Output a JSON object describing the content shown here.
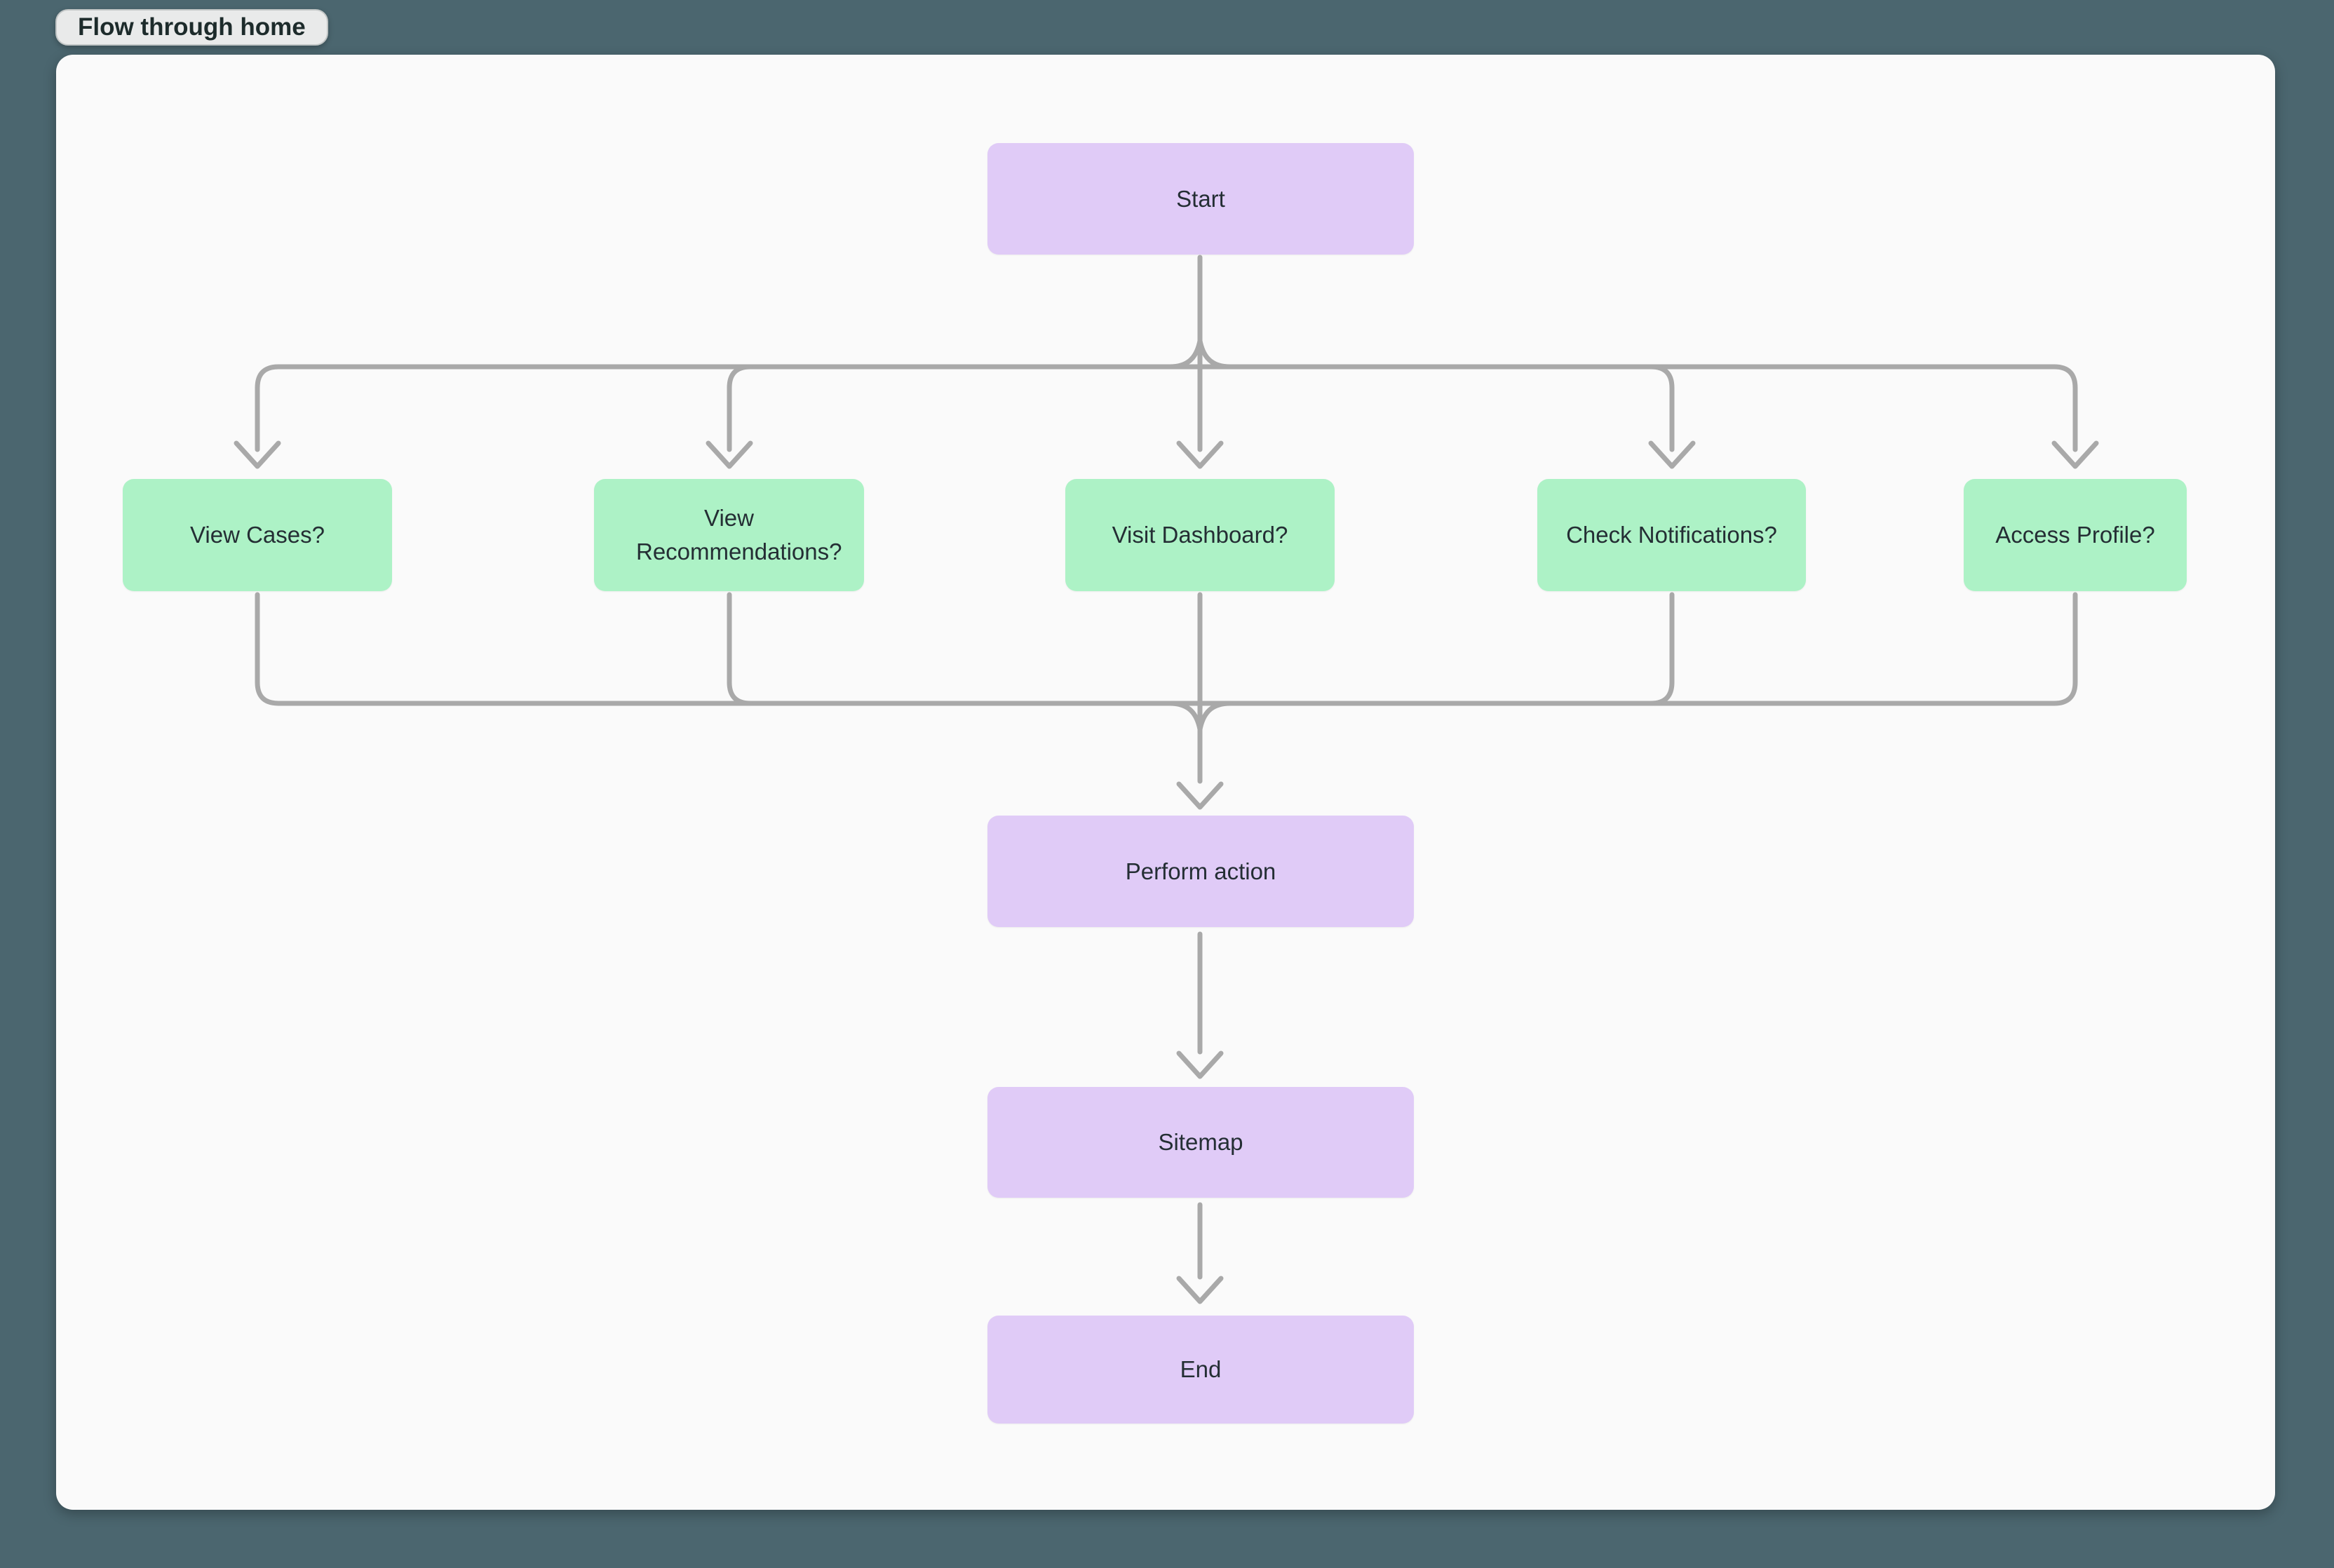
{
  "header": {
    "title": "Flow through home"
  },
  "diagram": {
    "nodes": {
      "start": {
        "label": "Start",
        "type": "action"
      },
      "view_cases": {
        "label": "View Cases?",
        "type": "decision"
      },
      "view_recommendations": {
        "label": "View Recommendations?",
        "type": "decision"
      },
      "visit_dashboard": {
        "label": "Visit Dashboard?",
        "type": "decision"
      },
      "check_notifications": {
        "label": "Check Notifications?",
        "type": "decision"
      },
      "access_profile": {
        "label": "Access Profile?",
        "type": "decision"
      },
      "perform_action": {
        "label": "Perform action",
        "type": "action"
      },
      "sitemap": {
        "label": "Sitemap",
        "type": "action"
      },
      "end": {
        "label": "End",
        "type": "action"
      }
    },
    "edges": [
      {
        "from": "start",
        "to": "view_cases"
      },
      {
        "from": "start",
        "to": "view_recommendations"
      },
      {
        "from": "start",
        "to": "visit_dashboard"
      },
      {
        "from": "start",
        "to": "check_notifications"
      },
      {
        "from": "start",
        "to": "access_profile"
      },
      {
        "from": "view_cases",
        "to": "perform_action"
      },
      {
        "from": "view_recommendations",
        "to": "perform_action"
      },
      {
        "from": "visit_dashboard",
        "to": "perform_action"
      },
      {
        "from": "check_notifications",
        "to": "perform_action"
      },
      {
        "from": "access_profile",
        "to": "perform_action"
      },
      {
        "from": "perform_action",
        "to": "sitemap"
      },
      {
        "from": "sitemap",
        "to": "end"
      }
    ],
    "colors": {
      "action_fill": "#e0cbf7",
      "decision_fill": "#adf2c6",
      "connector": "#a9a9a9",
      "canvas": "#fafafa",
      "background": "#4b666f",
      "node_text": "#242e34",
      "title_pill_bg": "#e9eaea"
    }
  }
}
